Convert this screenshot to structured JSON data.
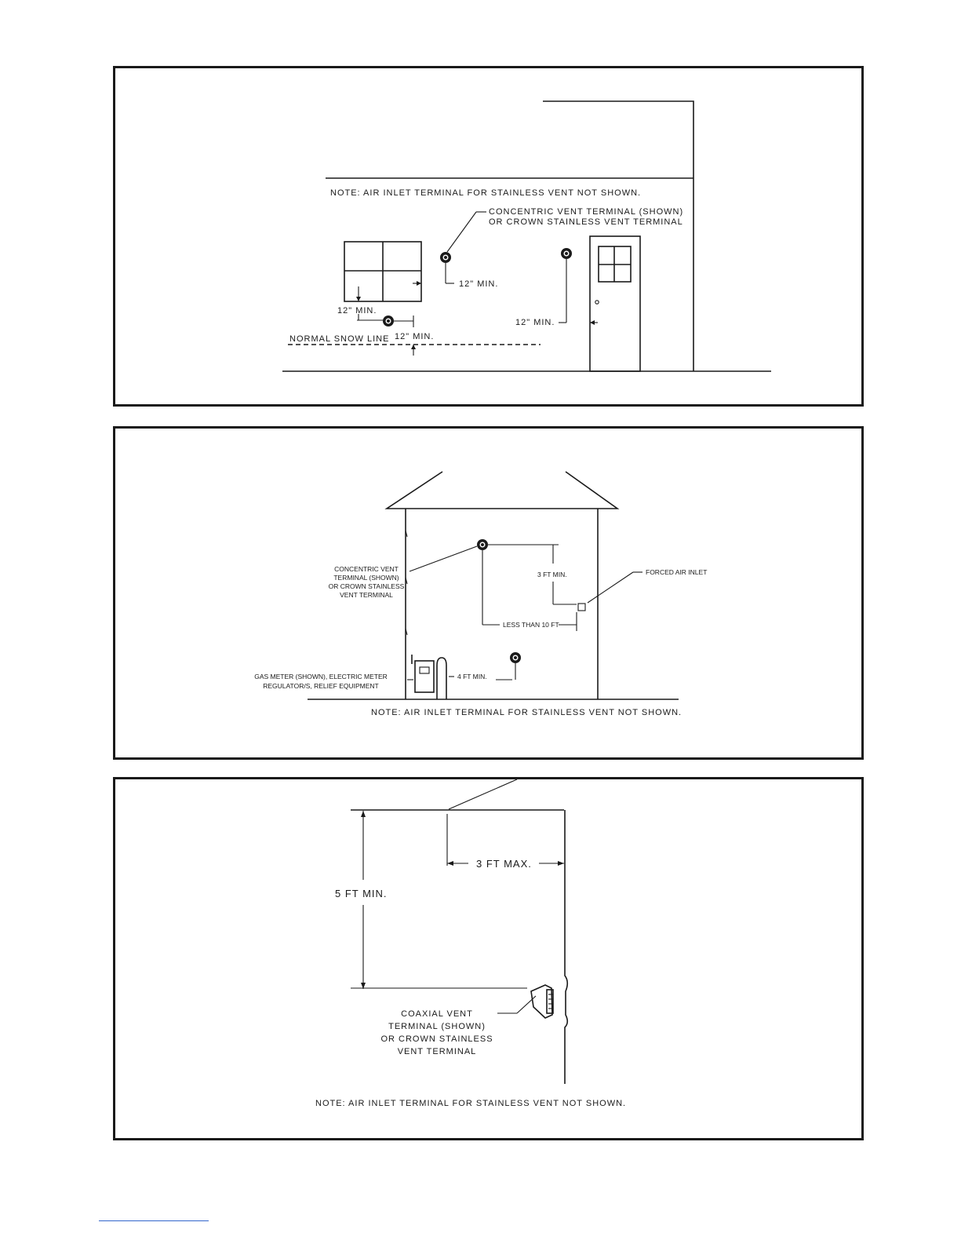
{
  "panel1": {
    "note": "NOTE: AIR INLET TERMINAL FOR STAINLESS VENT NOT SHOWN.",
    "callout_line1": "CONCENTRIC VENT TERMINAL (SHOWN)",
    "callout_line2": "OR CROWN STAINLESS VENT TERMINAL",
    "dim_window_side": "12\" MIN.",
    "dim_window_below": "12\" MIN.",
    "dim_snow": "12\" MIN.",
    "dim_door": "12\" MIN.",
    "snow_line": "NORMAL SNOW LINE"
  },
  "panel2": {
    "callout_vent": [
      "CONCENTRIC VENT",
      "TERMINAL (SHOWN)",
      "OR CROWN STAINLESS",
      "VENT TERMINAL"
    ],
    "dim_vertical": "3 FT MIN.",
    "forced_air": "FORCED AIR INLET",
    "dim_horizontal": "LESS THAN 10 FT",
    "gas_meter": [
      "GAS METER (SHOWN), ELECTRIC METER",
      "REGULATOR/S, RELIEF EQUIPMENT"
    ],
    "dim_meter": "4 FT MIN.",
    "note": "NOTE: AIR INLET TERMINAL FOR STAINLESS VENT NOT SHOWN."
  },
  "panel3": {
    "dim_horizontal": "3 FT MAX.",
    "dim_vertical": "5 FT MIN.",
    "callout": [
      "COAXIAL VENT",
      "TERMINAL (SHOWN)",
      "OR CROWN STAINLESS",
      "VENT TERMINAL"
    ],
    "note": "NOTE: AIR INLET TERMINAL FOR STAINLESS VENT NOT SHOWN."
  }
}
